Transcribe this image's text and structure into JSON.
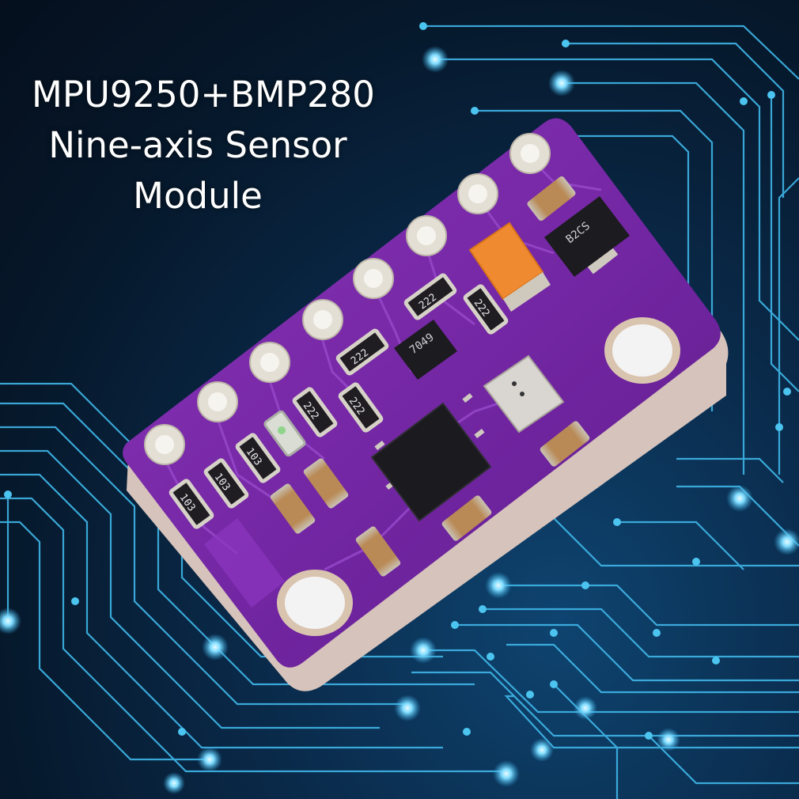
{
  "title": {
    "line1": "MPU9250+BMP280",
    "line2": "Nine-axis Sensor",
    "line3": "Module"
  },
  "components": {
    "resistor_label_a": "222",
    "resistor_label_b": "103",
    "regulator_label": "B2CS",
    "eeprom_label": "7049"
  },
  "colors": {
    "background": "#071627",
    "trace": "#3fb6e8",
    "node": "#7fdcff",
    "pcb": "#7a2aa8",
    "pcb_edge": "#d9c7c0",
    "pad": "#e6e2da"
  }
}
